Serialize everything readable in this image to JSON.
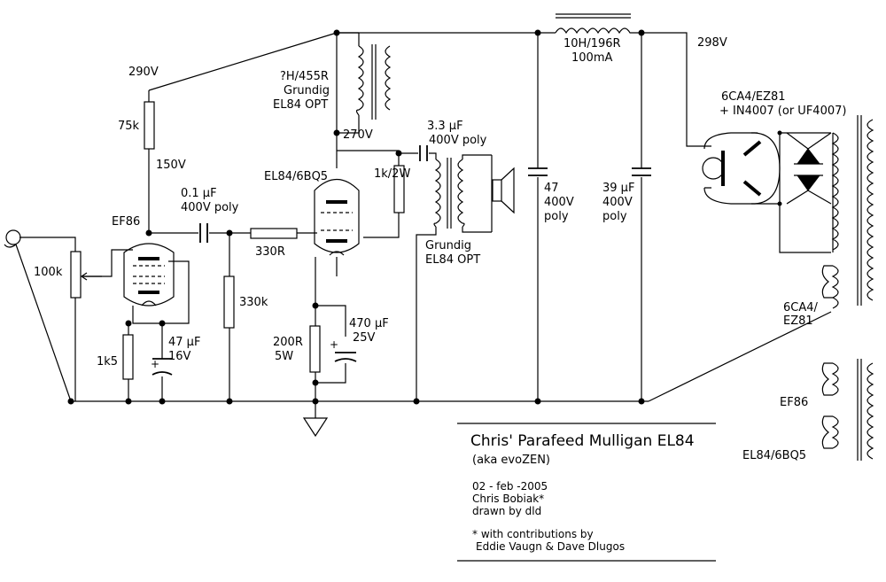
{
  "title": {
    "main": "Chris' Parafeed Mulligan EL84",
    "aka": "(aka evoZEN)",
    "date": "02 - feb -2005",
    "author": "Chris Bobiak*",
    "drawn_by": "drawn by dld",
    "contrib_1": "* with contributions by",
    "contrib_2": "Eddie Vaugn & Dave Dlugos"
  },
  "labels": {
    "v290": "290V",
    "r75k": "75k",
    "v150": "150V",
    "ef86": "EF86",
    "pot100k": "100k",
    "r1k5": "1k5",
    "c47uf_1": "47 µF",
    "c47uf_2": "16V",
    "c01_1": "0.1 µF",
    "c01_2": "400V poly",
    "r330r": "330R",
    "r330k": "330k",
    "choke_opt_1": "?H/455R",
    "choke_opt_2": "Grundig",
    "choke_opt_3": "EL84  OPT",
    "v270": "270V",
    "el84": "EL84/6BQ5",
    "r1k2w": "1k/2W",
    "c33_1": "3.3 µF",
    "c33_2": "400V poly",
    "opt_1": "Grundig",
    "opt_2": "EL84 OPT",
    "r200_1": "200R",
    "r200_2": "5W",
    "c470_1": "470 µF",
    "c470_2": "25V",
    "choke_1": "10H/196R",
    "choke_2": "100mA",
    "c47_1": "47",
    "c47_2": "400V",
    "c47_3": "poly",
    "c39_1": "39 µF",
    "c39_2": "400V",
    "c39_3": "poly",
    "v298": "298V",
    "rect_1": "6CA4/EZ81",
    "rect_2": "+ IN4007 (or UF4007)",
    "heater_1_a": "6CA4/",
    "heater_1_b": "EZ81",
    "heater_2": "EF86",
    "heater_3": "EL84/6BQ5"
  }
}
